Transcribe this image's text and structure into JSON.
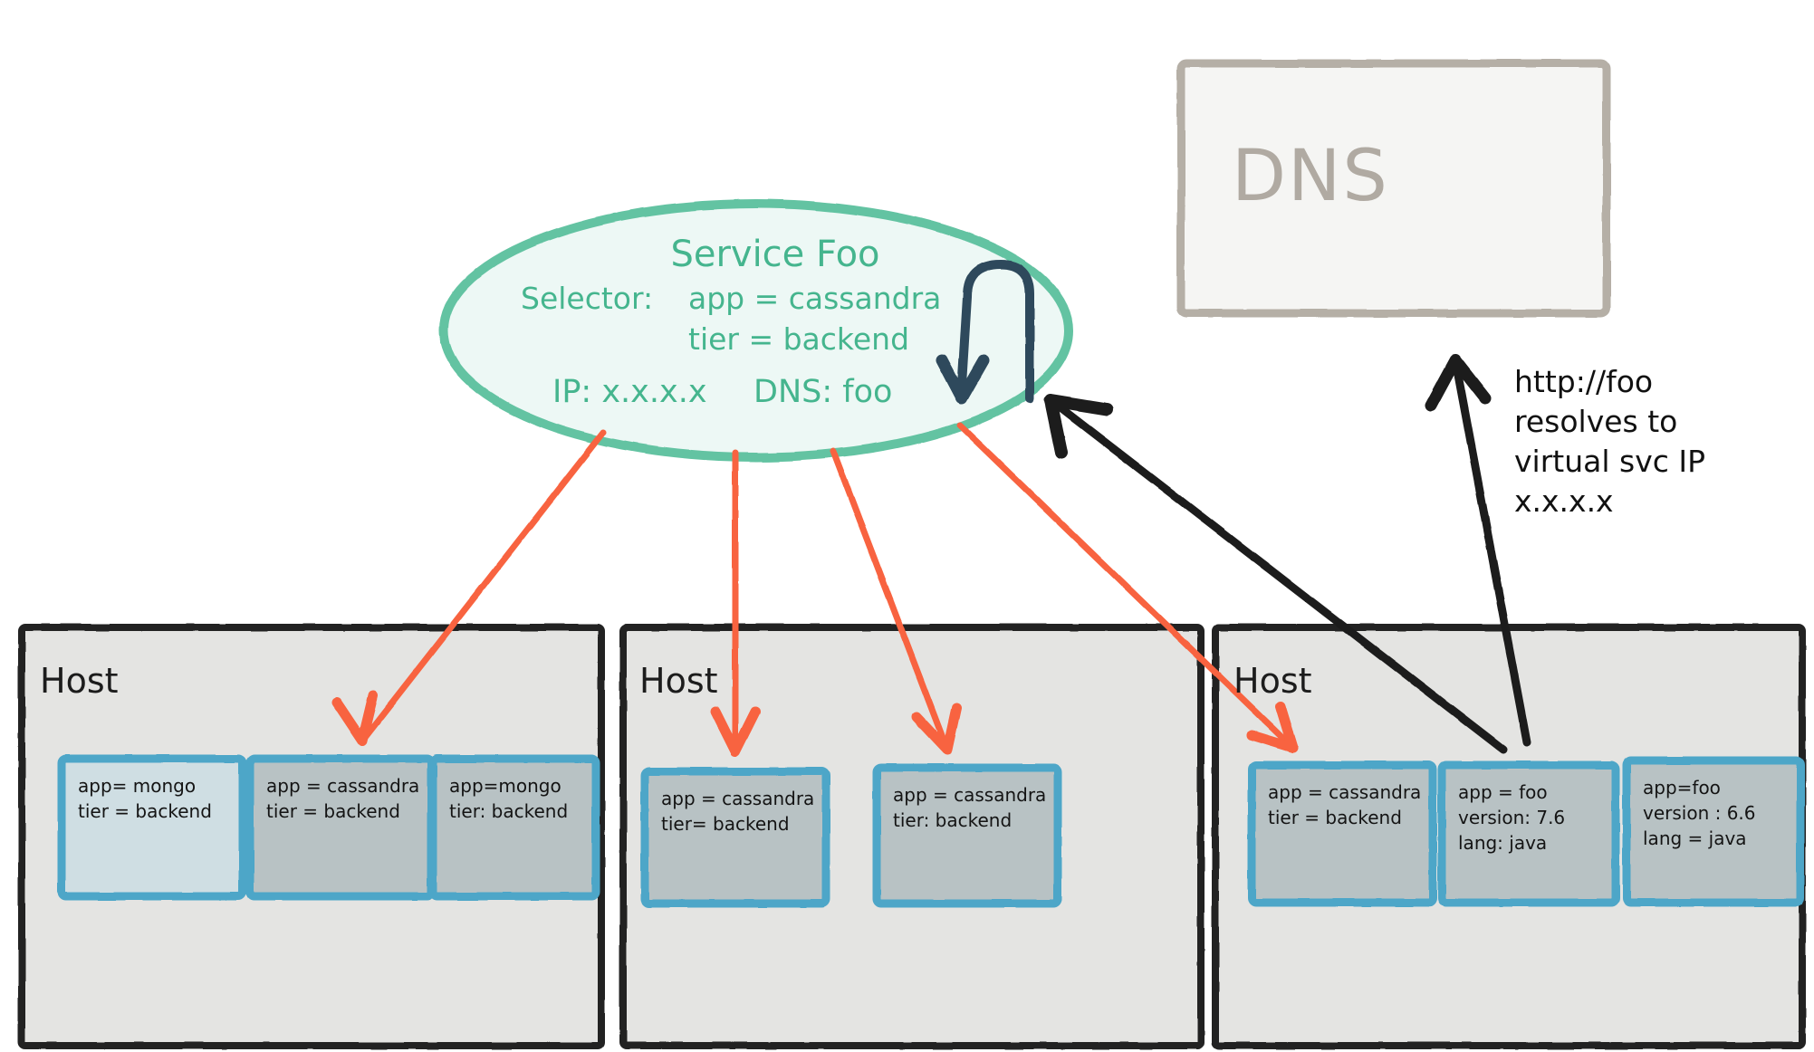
{
  "service": {
    "title": "Service Foo",
    "selector_label": "Selector:",
    "selector_line1": "app = cassandra",
    "selector_line2": "tier = backend",
    "ip": "IP: x.x.x.x",
    "dns": "DNS: foo",
    "stroke_color": "#63c3a2",
    "fill_color": "#edf8f5",
    "text_color": "#45b58e"
  },
  "dns_panel": {
    "label": "DNS",
    "stroke_color": "#b5afa6",
    "fill_color": "#f5f5f3",
    "text_color": "#b0aaa2"
  },
  "annotation": {
    "line1": "http://foo",
    "line2": "resolves to",
    "line3": "virtual svc IP",
    "line4": "x.x.x.x",
    "color": "#111111"
  },
  "colors": {
    "host_stroke": "#242424",
    "host_fill": "#e4e4e2",
    "pod_stroke": "#4da6c8",
    "pod_fill_light": "#cfdee3",
    "pod_fill_dark": "#b8c2c4",
    "arrow_red": "#f8633f",
    "arrow_black": "#1c1c1c",
    "arrow_navy": "#2f4a5c"
  },
  "hosts": [
    {
      "label": "Host",
      "pods": [
        {
          "lines": [
            "app= mongo",
            "tier = backend"
          ],
          "fill": "light",
          "selected": false
        },
        {
          "lines": [
            "app = cassandra",
            "tier = backend"
          ],
          "fill": "dark",
          "selected": true
        },
        {
          "lines": [
            "app=mongo",
            "tier: backend"
          ],
          "fill": "dark",
          "selected": false
        }
      ]
    },
    {
      "label": "Host",
      "pods": [
        {
          "lines": [
            "app = cassandra",
            "tier= backend"
          ],
          "fill": "dark",
          "selected": true
        },
        {
          "lines": [
            "app = cassandra",
            "tier: backend"
          ],
          "fill": "dark",
          "selected": true
        }
      ]
    },
    {
      "label": "Host",
      "pods": [
        {
          "lines": [
            "app = cassandra",
            "tier = backend"
          ],
          "fill": "dark",
          "selected": true
        },
        {
          "lines": [
            "app = foo",
            "version: 7.6",
            "lang: java"
          ],
          "fill": "dark",
          "selected": false
        },
        {
          "lines": [
            "app=foo",
            "version : 6.6",
            "lang = java"
          ],
          "fill": "dark",
          "selected": false
        }
      ]
    }
  ],
  "arrows": {
    "service_to_pods_count": 4,
    "dns_resolution_arrow": "up",
    "pod_to_service_arrow": "up-left",
    "loopback_arrow": "u-turn"
  }
}
